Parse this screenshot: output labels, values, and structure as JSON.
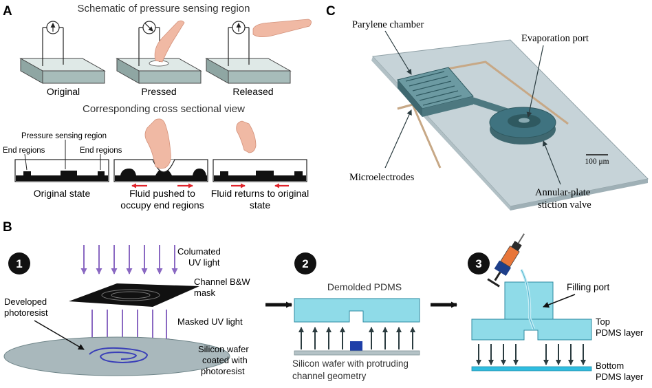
{
  "panel_a": {
    "letter": "A",
    "title": "Schematic of pressure sensing region",
    "states": [
      "Original",
      "Pressed",
      "Released"
    ],
    "cross_title": "Corresponding cross sectional view",
    "pressure_label": "Pressure sensing region",
    "end_left": "End regions",
    "end_right": "End regions",
    "cap1": "Original state",
    "cap2_l1": "Fluid pushed to",
    "cap2_l2": "occupy end regions",
    "cap3_l1": "Fluid returns to original",
    "cap3_l2": "state"
  },
  "panel_c": {
    "letter": "C",
    "parylene": "Parylene chamber",
    "evap": "Evaporation port",
    "micro": "Microelectrodes",
    "scale": "100 μm",
    "annular_l1": "Annular-plate",
    "annular_l2": "stiction valve"
  },
  "panel_b": {
    "letter": "B",
    "step1": "1",
    "step2": "2",
    "step3": "3",
    "uv_l1": "Columated",
    "uv_l2": "UV light",
    "mask_l1": "Channel B&W",
    "mask_l2": "mask",
    "dev_l1": "Developed",
    "dev_l2": "photoresist",
    "masked": "Masked UV light",
    "wafer_l1": "Silicon wafer",
    "wafer_l2": "coated with",
    "wafer_l3": "photoresist",
    "demolded": "Demolded PDMS",
    "si_l1": "Silicon wafer with protruding",
    "si_l2": "channel geometry",
    "filling": "Filling port",
    "top_l1": "Top",
    "top_l2": "PDMS layer",
    "bottom_l1": "Bottom",
    "bottom_l2": "PDMS layer"
  },
  "colors": {
    "uv_arrow": "#8a68c2",
    "pdms_cyan": "#8fdbe8",
    "pdms_edge": "#2c8aa0",
    "chamber": "#4f7d85",
    "substrate": "#c6d3d8",
    "red_arrow": "#e0232a"
  }
}
